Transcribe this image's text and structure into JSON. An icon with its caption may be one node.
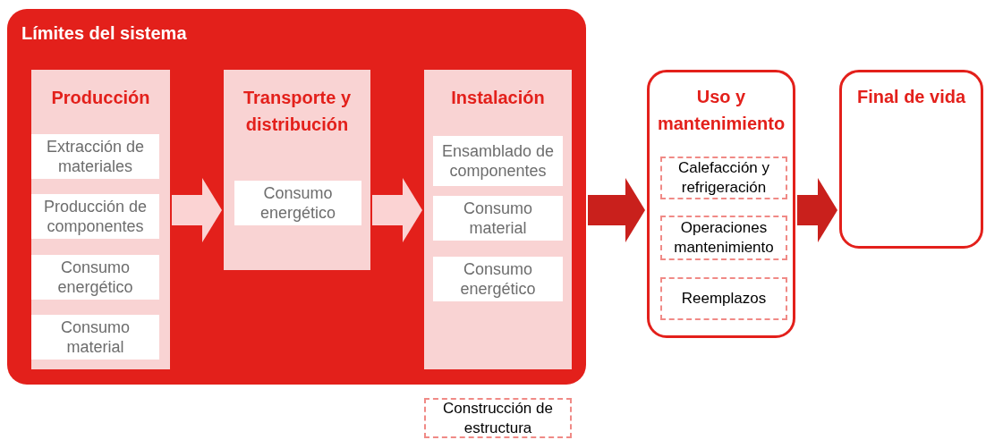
{
  "diagram": {
    "nodes": [
      {
        "text": [
          "Límites del sistema"
        ]
      },
      {
        "text": [
          "Producción"
        ],
        "in": 0
      },
      {
        "text": [
          "Extracción de materiales"
        ],
        "in": 1
      },
      {
        "text": [
          "Producción de componentes"
        ],
        "in": 1
      },
      {
        "text": [
          "Consumo energético"
        ],
        "in": 1
      },
      {
        "text": [
          "Consumo material"
        ],
        "in": 1
      },
      {
        "text": [
          "Transporte y distribución"
        ],
        "in": 0
      },
      {
        "text": [
          "Consumo energético"
        ],
        "in": 6
      },
      {
        "text": [
          "Instalación"
        ],
        "in": 0
      },
      {
        "text": [
          "Ensamblado de componentes"
        ],
        "in": 8
      },
      {
        "text": [
          "Consumo material"
        ],
        "in": 8
      },
      {
        "text": [
          "Consumo energético"
        ],
        "in": 8
      },
      {
        "text": [
          "Uso y mantenimiento"
        ]
      },
      {
        "text": [
          "Calefacción y refrigeración"
        ],
        "in": 12
      },
      {
        "text": [
          "Operaciones mantenimiento"
        ],
        "in": 12
      },
      {
        "text": [
          "Reemplazos"
        ],
        "in": 12
      },
      {
        "text": [
          "Final de vida"
        ]
      },
      {
        "text": [
          "Construcción de estructura"
        ]
      }
    ],
    "edges": [
      {
        "from": 1,
        "to": 6,
        "arrow": "to",
        "color": "#fbd3d3"
      },
      {
        "from": 6,
        "to": 8,
        "arrow": "to",
        "color": "#fbd3d3"
      },
      {
        "from": 0,
        "to": 12,
        "arrow": "to",
        "color": "#c9201c"
      },
      {
        "from": 12,
        "to": 16,
        "arrow": "to",
        "color": "#c9201c"
      }
    ]
  }
}
